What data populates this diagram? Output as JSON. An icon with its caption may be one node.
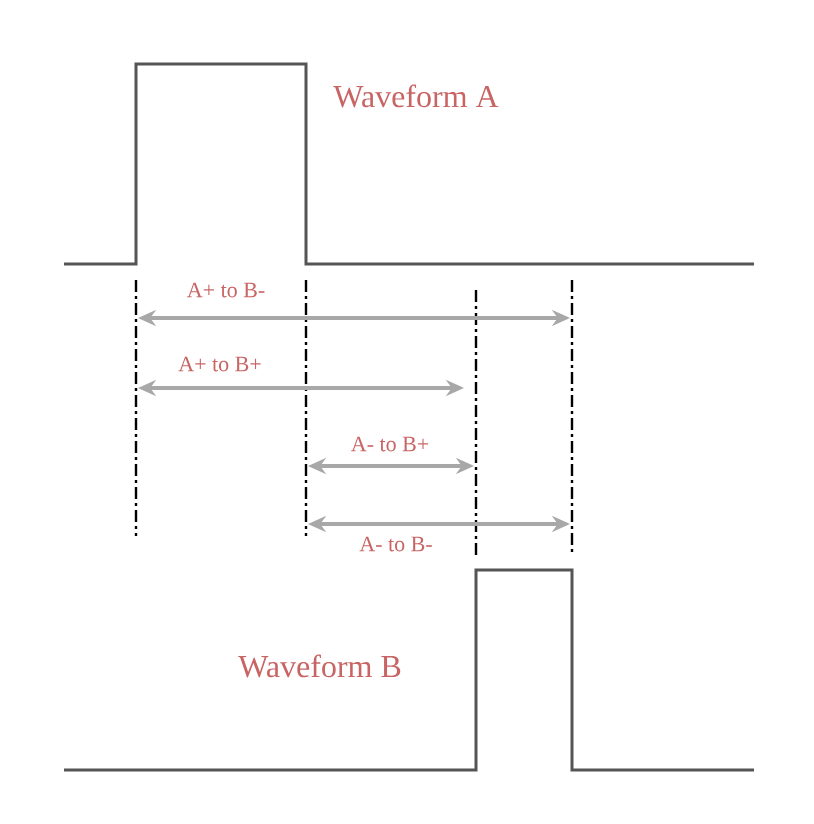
{
  "diagram": {
    "labels": [
      "Waveform A",
      "A+ to B-",
      "A+ to B+",
      "A- to B+",
      "A- to B-",
      "Waveform B"
    ]
  }
}
